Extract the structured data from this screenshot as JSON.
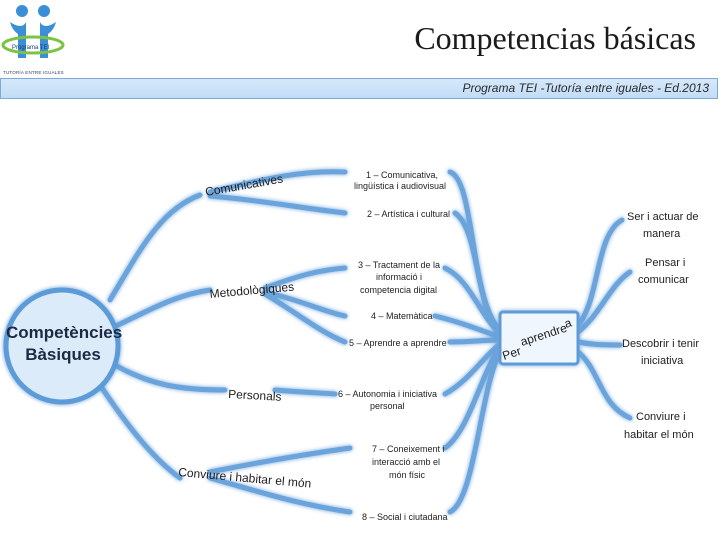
{
  "header": {
    "title": "Competencias básicas",
    "subtitle": "Programa TEI -Tutoría entre iguales - Ed.2013",
    "logo_text": "Programa TEI",
    "logo_caption": "TUTORÍA ENTRE IGUALES"
  },
  "diagram": {
    "center": {
      "line1": "Competències",
      "line2": "Bàsiques"
    },
    "branches": {
      "comunicatives": "Comunicatives",
      "metodologiques": "Metodològiques",
      "personals": "Personals",
      "conviure": "Conviure i habitar el món"
    },
    "competencies": {
      "c1_line1": "1 – Comunicativa,",
      "c1_line2": "lingüística i audiovisual",
      "c2": "2 – Artística i cultural",
      "c3_line1": "3 – Tractament de la",
      "c3_line2": "informació i",
      "c3_line3": "competencia digital",
      "c4": "4 – Matemàtica",
      "c5": "5 – Aprendre a aprendre",
      "c6_line1": "6 – Autonomia i iniciativa",
      "c6_line2": "personal",
      "c7_line1": "7 – Coneixement i",
      "c7_line2": "interacció amb el",
      "c7_line3": "món físic",
      "c8": "8 – Social i ciutadana"
    },
    "hub": {
      "line1": "aprendre",
      "word_per": "Per",
      "letter_a": "a"
    },
    "outcomes": {
      "o1_line1": "Ser i actuar de",
      "o1_line2": "manera",
      "o2_line1": "Pensar i",
      "o2_line2": "comunicar",
      "o3_line1": "Descobrir i tenir",
      "o3_line2": "iniciativa",
      "o4_line1": "Conviure i",
      "o4_line2": "habitar el món"
    }
  },
  "colors": {
    "stroke": "#5b9ad8",
    "glow": "#b9d6f3",
    "fill": "#dcebfa",
    "hub_fill": "#f0f6fd",
    "title_text": "#1b1b1b"
  }
}
